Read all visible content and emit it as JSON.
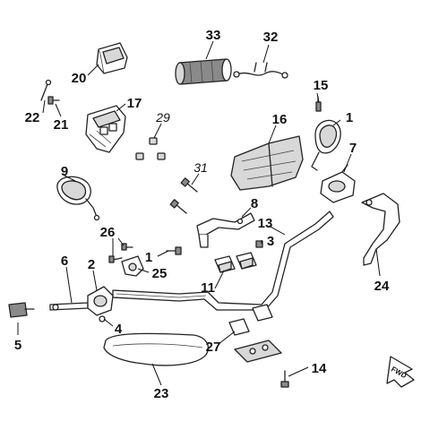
{
  "callouts": [
    {
      "id": "33",
      "text": "33",
      "italic": false
    },
    {
      "id": "32",
      "text": "32",
      "italic": false
    },
    {
      "id": "20",
      "text": "20",
      "italic": false
    },
    {
      "id": "15",
      "text": "15",
      "italic": false
    },
    {
      "id": "22",
      "text": "22",
      "italic": false
    },
    {
      "id": "21",
      "text": "21",
      "italic": false
    },
    {
      "id": "17",
      "text": "17",
      "italic": false
    },
    {
      "id": "29",
      "text": "29",
      "italic": true
    },
    {
      "id": "16",
      "text": "16",
      "italic": false
    },
    {
      "id": "1a",
      "text": "1",
      "italic": false
    },
    {
      "id": "7",
      "text": "7",
      "italic": false
    },
    {
      "id": "9",
      "text": "9",
      "italic": false
    },
    {
      "id": "31",
      "text": "31",
      "italic": true
    },
    {
      "id": "8",
      "text": "8",
      "italic": false
    },
    {
      "id": "13",
      "text": "13",
      "italic": false
    },
    {
      "id": "26",
      "text": "26",
      "italic": false
    },
    {
      "id": "1b",
      "text": "1",
      "italic": false
    },
    {
      "id": "3",
      "text": "3",
      "italic": false
    },
    {
      "id": "6",
      "text": "6",
      "italic": false
    },
    {
      "id": "2",
      "text": "2",
      "italic": false
    },
    {
      "id": "25",
      "text": "25",
      "italic": false
    },
    {
      "id": "11",
      "text": "11",
      "italic": false
    },
    {
      "id": "24",
      "text": "24",
      "italic": false
    },
    {
      "id": "4",
      "text": "4",
      "italic": false
    },
    {
      "id": "5",
      "text": "5",
      "italic": false
    },
    {
      "id": "27",
      "text": "27",
      "italic": false
    },
    {
      "id": "14",
      "text": "14",
      "italic": false
    },
    {
      "id": "23",
      "text": "23",
      "italic": false
    }
  ],
  "direction_badge": {
    "text": "FWD"
  }
}
